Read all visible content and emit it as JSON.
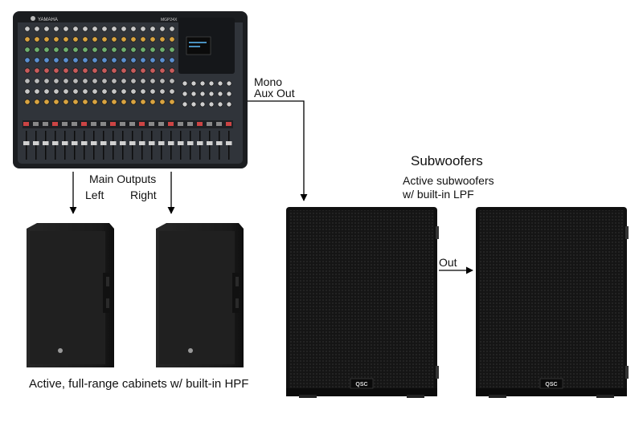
{
  "mixer": {
    "brand": "YAMAHA",
    "model": "MGP24X"
  },
  "labels": {
    "mono_aux_out_line1": "Mono",
    "mono_aux_out_line2": "Aux Out",
    "main_outputs": "Main Outputs",
    "left": "Left",
    "right": "Right",
    "subwoofers_title": "Subwoofers",
    "subwoofers_desc_line1": "Active subwoofers",
    "subwoofers_desc_line2": "w/ built-in LPF",
    "out": "Out",
    "cabinets_caption": "Active, full-range cabinets w/ built-in HPF"
  },
  "subwoofer_badge": "QSC",
  "colors": {
    "mixer_body": "#2a2d31",
    "speaker_body": "#1c1c1c",
    "grille": "#141414",
    "arrow": "#000000"
  }
}
